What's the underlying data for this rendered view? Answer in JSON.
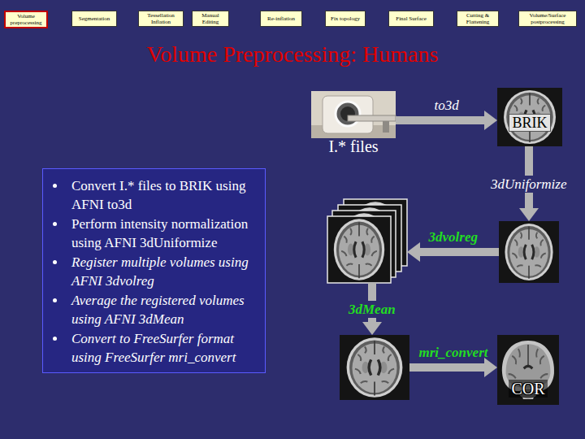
{
  "diagram": {
    "title": "Volume Preprocessing: Humans",
    "nodes": [
      {
        "text": [
          "Volume preprocessing"
        ]
      },
      {
        "text": [
          "Segmentation"
        ]
      },
      {
        "text": [
          "Tessellation Inflation"
        ]
      },
      {
        "text": [
          "Manual Editing"
        ]
      },
      {
        "text": [
          "Re-inflation"
        ]
      },
      {
        "text": [
          "Fix topology"
        ]
      },
      {
        "text": [
          "Final Surface"
        ]
      },
      {
        "text": [
          "Cutting & Flattening"
        ]
      },
      {
        "text": [
          "Volume/Surface postprocessing"
        ]
      },
      {
        "text": [
          "I.* files"
        ]
      },
      {
        "text": [
          "BRIK"
        ]
      },
      {
        "text": [
          "Convert I.* files to BRIK using AFNI to3d",
          "Perform intensity normalization using AFNI 3dUniformize",
          "Register multiple volumes using AFNI 3dvolreg",
          "Average the registered volumes using AFNI 3dMean",
          "Convert to FreeSurfer format using FreeSurfer mri_convert"
        ]
      },
      {
        "text": []
      },
      {
        "text": []
      },
      {
        "text": []
      },
      {
        "text": [
          "COR"
        ]
      }
    ],
    "edges": [
      {
        "from": 9,
        "to": 10,
        "arrow": "to",
        "label": "to3d"
      },
      {
        "from": 10,
        "to": 12,
        "arrow": "to",
        "label": "3dUniformize"
      },
      {
        "from": 12,
        "to": 13,
        "arrow": "to",
        "label": "3dvolreg"
      },
      {
        "from": 13,
        "to": 14,
        "arrow": "to",
        "label": "3dMean"
      },
      {
        "from": 14,
        "to": 15,
        "arrow": "to",
        "label": "mri_convert"
      }
    ]
  }
}
